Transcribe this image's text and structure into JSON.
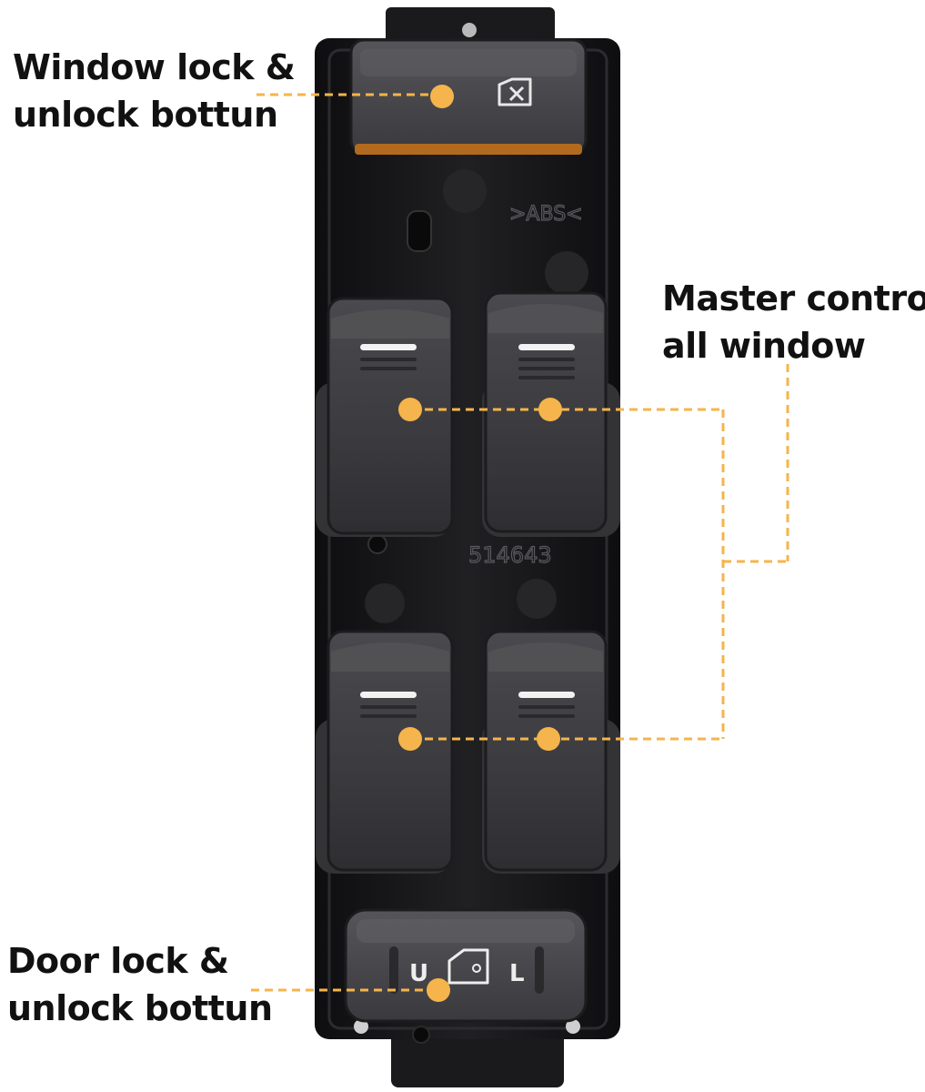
{
  "annotations": {
    "window_lock": {
      "line1": "Window lock &",
      "line2": "unlock bottun"
    },
    "master_control": {
      "line1": "Master control",
      "line2": "all window"
    },
    "door_lock": {
      "line1": "Door lock &",
      "line2": "unlock bottun"
    }
  },
  "switch_markings": {
    "abs_mark": ">ABS<",
    "part_number": "514643",
    "unlock_letter": "U",
    "lock_letter": "L"
  },
  "colors": {
    "callout": "#f5b44c",
    "housing": "#1c1c1e",
    "button": "#3b3b3f",
    "text": "#111111"
  },
  "icons": [
    "window-lock-icon",
    "door-lock-icon"
  ]
}
